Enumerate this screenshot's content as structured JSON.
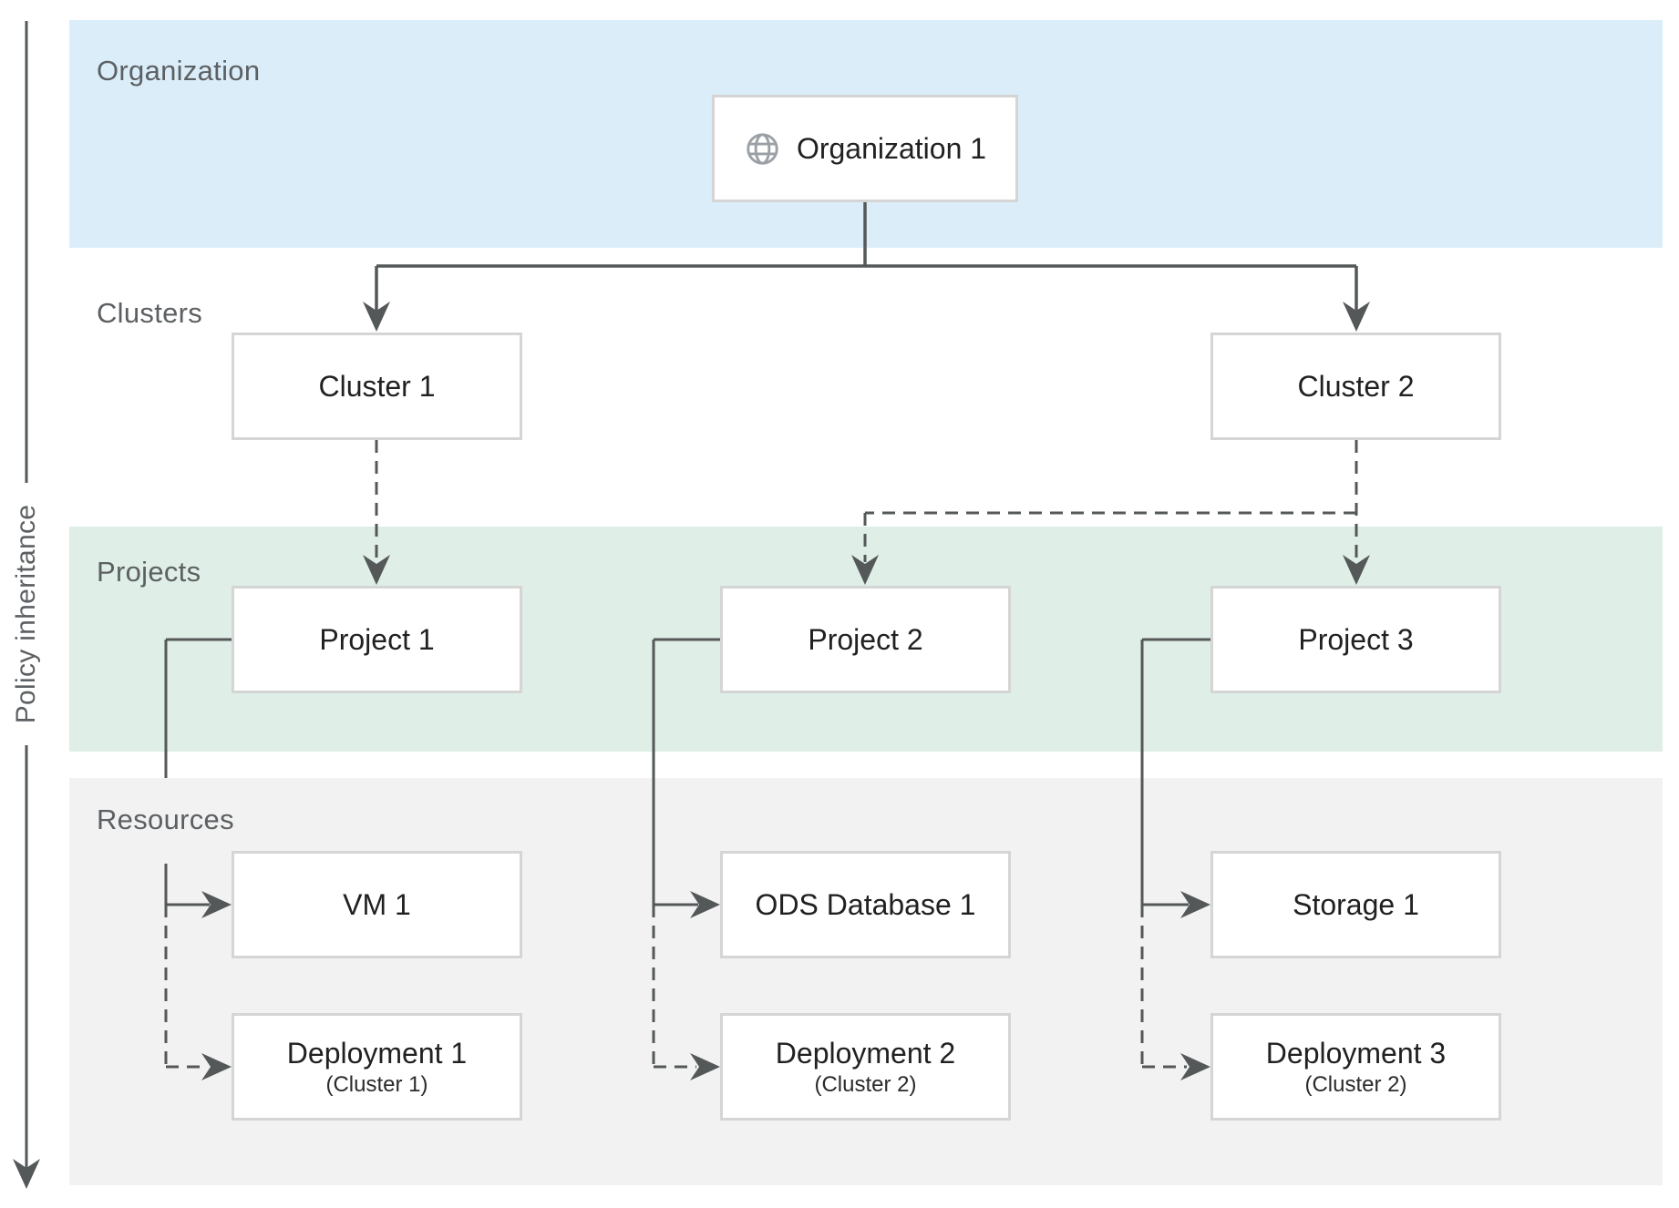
{
  "axis": {
    "label": "Policy inheritance"
  },
  "bands": {
    "organization": {
      "label": "Organization",
      "color": "#daedf9"
    },
    "clusters": {
      "label": "Clusters",
      "color": "#ffffff"
    },
    "projects": {
      "label": "Projects",
      "color": "#dfeee6"
    },
    "resources": {
      "label": "Resources",
      "color": "#f2f2f2"
    }
  },
  "nodes": {
    "organization1": {
      "label": "Organization 1",
      "icon": "globe-icon"
    },
    "cluster1": {
      "label": "Cluster 1"
    },
    "cluster2": {
      "label": "Cluster 2"
    },
    "project1": {
      "label": "Project 1"
    },
    "project2": {
      "label": "Project 2"
    },
    "project3": {
      "label": "Project 3"
    },
    "vm1": {
      "label": "VM 1"
    },
    "ods_database1": {
      "label": "ODS Database 1"
    },
    "storage1": {
      "label": "Storage 1"
    },
    "deployment1": {
      "label": "Deployment 1",
      "sublabel": "(Cluster 1)"
    },
    "deployment2": {
      "label": "Deployment 2",
      "sublabel": "(Cluster 2)"
    },
    "deployment3": {
      "label": "Deployment 3",
      "sublabel": "(Cluster 2)"
    }
  },
  "edges": [
    {
      "from": "Organization 1",
      "to": "Cluster 1",
      "style": "solid"
    },
    {
      "from": "Organization 1",
      "to": "Cluster 2",
      "style": "solid"
    },
    {
      "from": "Cluster 1",
      "to": "Project 1",
      "style": "dashed"
    },
    {
      "from": "Cluster 2",
      "to": "Project 2",
      "style": "dashed"
    },
    {
      "from": "Cluster 2",
      "to": "Project 3",
      "style": "dashed"
    },
    {
      "from": "Project 1",
      "to": "VM 1",
      "style": "solid"
    },
    {
      "from": "Project 1",
      "to": "Deployment 1",
      "style": "dashed"
    },
    {
      "from": "Project 2",
      "to": "ODS Database 1",
      "style": "solid"
    },
    {
      "from": "Project 2",
      "to": "Deployment 2",
      "style": "dashed"
    },
    {
      "from": "Project 3",
      "to": "Storage 1",
      "style": "solid"
    },
    {
      "from": "Project 3",
      "to": "Deployment 3",
      "style": "dashed"
    }
  ],
  "colors": {
    "connector": "#545859",
    "box_border": "#d5d5d5",
    "box_text": "#212121",
    "band_label_text": "#5c6063",
    "globe_icon": "#9aa0a6"
  }
}
